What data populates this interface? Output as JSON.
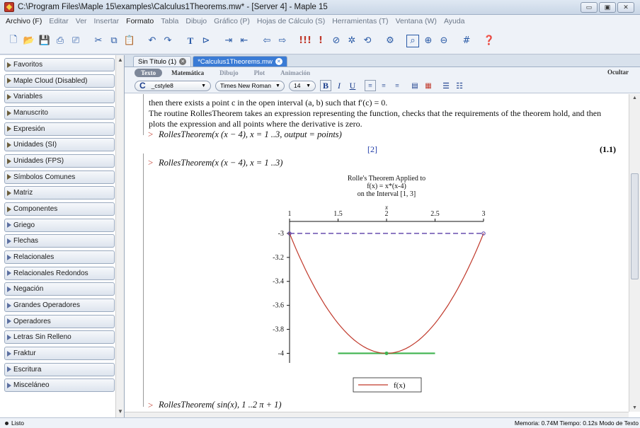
{
  "window": {
    "title": "C:\\Program Files\\Maple 15\\examples\\Calculus1Theorems.mw* - [Server 4] - Maple 15",
    "buttons": [
      "▭",
      "▣",
      "✕"
    ]
  },
  "menu": [
    "Archivo (F)",
    "Editar",
    "Ver",
    "Insertar",
    "Formato",
    "Tabla",
    "Dibujo",
    "Gráfico (P)",
    "Hojas de Cálculo (S)",
    "Herramientas (T)",
    "Ventana (W)",
    "Ayuda"
  ],
  "palette": {
    "items": [
      {
        "label": "Favoritos"
      },
      {
        "label": "Maple Cloud (Disabled)"
      },
      {
        "label": "Variables"
      },
      {
        "label": "Manuscrito"
      },
      {
        "label": "Expresión"
      },
      {
        "label": "Unidades (SI)"
      },
      {
        "label": "Unidades (FPS)"
      },
      {
        "label": "Símbolos Comunes"
      },
      {
        "label": "Matriz"
      },
      {
        "label": "Componentes"
      },
      {
        "label": "Griego"
      },
      {
        "label": "Flechas"
      },
      {
        "label": "Relacionales"
      },
      {
        "label": "Relacionales Redondos"
      },
      {
        "label": "Negación"
      },
      {
        "label": "Grandes Operadores"
      },
      {
        "label": "Operadores"
      },
      {
        "label": "Letras Sin Relleno"
      },
      {
        "label": "Fraktur"
      },
      {
        "label": "Escritura"
      },
      {
        "label": "Misceláneo"
      }
    ]
  },
  "tabs": [
    {
      "label": "Sin Título (1)",
      "active": false
    },
    {
      "label": "*Calculus1Theorems.mw",
      "active": true
    }
  ],
  "modes": [
    "Texto",
    "Matemática",
    "Dibujo",
    "Plot",
    "Animación"
  ],
  "hide_label": "Ocultar",
  "format": {
    "style": "_cstyle8",
    "style_prefix": "C",
    "font": "Times New Roman",
    "size": "14"
  },
  "sheet": {
    "line1": "then there exists a point c in the open interval (a, b) such that f′(c) = 0.",
    "line2": "The routine RollesTheorem takes an expression representing the function, checks that the requirements of the theorem hold, and then",
    "line3": "plots the expression and all points where the derivative is zero.",
    "cmd1": "RollesTheorem(x (x − 4), x = 1 ..3, output = points)",
    "out1": "[2]",
    "label1": "(1.1)",
    "cmd2": "RollesTheorem(x (x − 4), x = 1 ..3)",
    "cmd3": "RollesTheorem( sin(x), 1 ..2 π + 1)",
    "prompt": ">"
  },
  "chart_data": {
    "type": "line",
    "title_lines": [
      "Rolle's Theorem Applied to",
      "f(x) = x*(x-4)",
      "on the Interval [1, 3]"
    ],
    "xlabel": "x",
    "x_ticks": [
      "1",
      "1.5",
      "2",
      "2.5",
      "3"
    ],
    "y_ticks": [
      "-3",
      "-3.2",
      "-3.4",
      "-3.6",
      "-3.8",
      "-4"
    ],
    "xlim": [
      1,
      3
    ],
    "ylim": [
      -4.08,
      -2.9
    ],
    "series": [
      {
        "name": "f(x)",
        "color": "#c0392b",
        "function": "x*(x-4)"
      }
    ],
    "secant": {
      "x": [
        1,
        3
      ],
      "y": [
        -3,
        -3
      ],
      "color": "#5b3fa8"
    },
    "tangent": {
      "x": [
        1.5,
        2.5
      ],
      "y": [
        -4,
        -4
      ],
      "color": "#3fb34f"
    },
    "critical_point": {
      "x": 2,
      "y": -4
    },
    "legend": "f(x)"
  },
  "status": {
    "left": "Listo",
    "right": "Memoria: 0.74M  Tiempo: 0.12s  Modo de Texto"
  }
}
